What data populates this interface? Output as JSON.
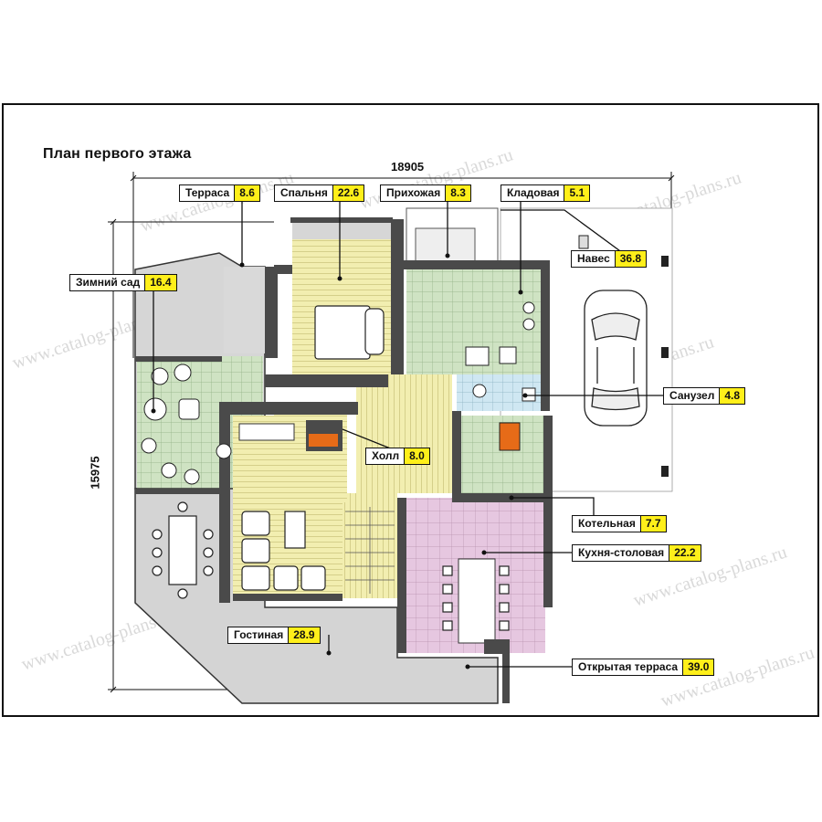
{
  "plan": {
    "title": "План первого этажа",
    "dimension_width": "18905",
    "dimension_height": "15975"
  },
  "rooms": [
    {
      "name": "Терраса",
      "area": "8.6"
    },
    {
      "name": "Спальня",
      "area": "22.6"
    },
    {
      "name": "Прихожая",
      "area": "8.3"
    },
    {
      "name": "Кладовая",
      "area": "5.1"
    },
    {
      "name": "Навес",
      "area": "36.8"
    },
    {
      "name": "Зимний сад",
      "area": "16.4"
    },
    {
      "name": "Санузел",
      "area": "4.8"
    },
    {
      "name": "Холл",
      "area": "8.0"
    },
    {
      "name": "Котельная",
      "area": "7.7"
    },
    {
      "name": "Кухня-столовая",
      "area": "22.2"
    },
    {
      "name": "Гостиная",
      "area": "28.9"
    },
    {
      "name": "Открытая терраса",
      "area": "39.0"
    }
  ],
  "watermark": "www.catalog-plans.ru",
  "colors": {
    "wall": "#4a4a4a",
    "wood_floor": "#f2eeb0",
    "tile_green": "#cfe3c3",
    "tile_blue": "#cfe7f2",
    "tile_pink": "#e6c7e0",
    "terrace_gray": "#d4d4d4",
    "label_highlight": "#ffef1a"
  }
}
